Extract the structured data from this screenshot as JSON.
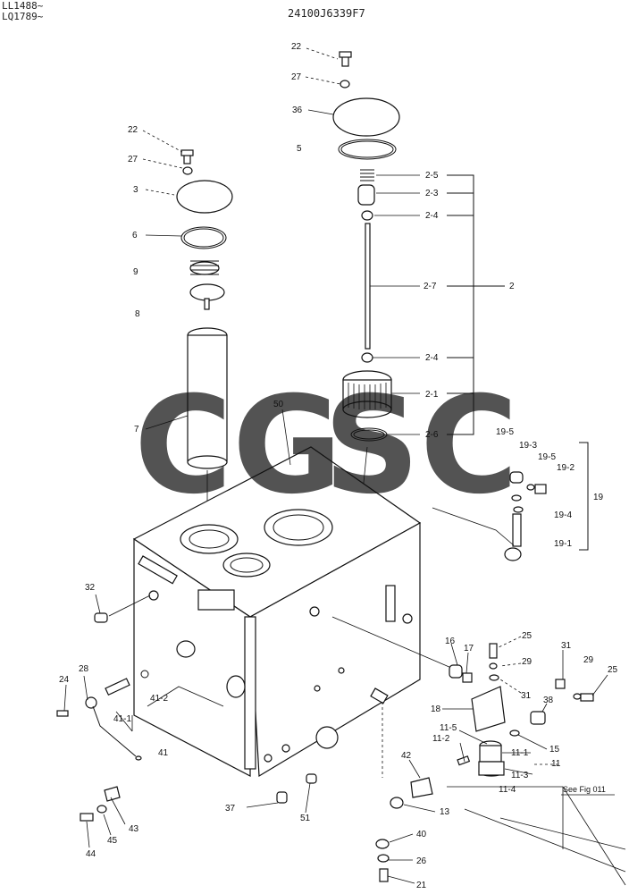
{
  "header": {
    "serial_range_1": "LL1488~",
    "serial_range_2": "LQ1789~",
    "drawing_number": "24100J6339F7"
  },
  "note": "See Fig 011",
  "watermark": {
    "letters": [
      "C",
      "G",
      "S",
      "C"
    ],
    "colors": [
      "#4f8ff0",
      "#f0827a",
      "#f5d04a",
      "#4fb384"
    ]
  },
  "callouts": [
    {
      "id": "c22a",
      "text": "22"
    },
    {
      "id": "c27a",
      "text": "27"
    },
    {
      "id": "c36",
      "text": "36"
    },
    {
      "id": "c5",
      "text": "5"
    },
    {
      "id": "c2_5",
      "text": "2-5"
    },
    {
      "id": "c2_3",
      "text": "2-3"
    },
    {
      "id": "c2_4a",
      "text": "2-4"
    },
    {
      "id": "c2_7",
      "text": "2-7"
    },
    {
      "id": "c2",
      "text": "2"
    },
    {
      "id": "c2_4b",
      "text": "2-4"
    },
    {
      "id": "c2_1",
      "text": "2-1"
    },
    {
      "id": "c2_6",
      "text": "2-6"
    },
    {
      "id": "c22b",
      "text": "22"
    },
    {
      "id": "c27b",
      "text": "27"
    },
    {
      "id": "c3",
      "text": "3"
    },
    {
      "id": "c6",
      "text": "6"
    },
    {
      "id": "c9",
      "text": "9"
    },
    {
      "id": "c8",
      "text": "8"
    },
    {
      "id": "c7",
      "text": "7"
    },
    {
      "id": "c50",
      "text": "50"
    },
    {
      "id": "c19_5a",
      "text": "19-5"
    },
    {
      "id": "c19_3",
      "text": "19-3"
    },
    {
      "id": "c19_5b",
      "text": "19-5"
    },
    {
      "id": "c19_2",
      "text": "19-2"
    },
    {
      "id": "c19",
      "text": "19"
    },
    {
      "id": "c19_4",
      "text": "19-4"
    },
    {
      "id": "c19_1",
      "text": "19-1"
    },
    {
      "id": "c32",
      "text": "32"
    },
    {
      "id": "c24",
      "text": "24"
    },
    {
      "id": "c28",
      "text": "28"
    },
    {
      "id": "c41_2",
      "text": "41-2"
    },
    {
      "id": "c41_1",
      "text": "41-1"
    },
    {
      "id": "c41",
      "text": "41"
    },
    {
      "id": "c16",
      "text": "16"
    },
    {
      "id": "c17",
      "text": "17"
    },
    {
      "id": "c25a",
      "text": "25"
    },
    {
      "id": "c29a",
      "text": "29"
    },
    {
      "id": "c31a",
      "text": "31"
    },
    {
      "id": "c29b",
      "text": "29"
    },
    {
      "id": "c25b",
      "text": "25"
    },
    {
      "id": "c31b",
      "text": "31"
    },
    {
      "id": "c38",
      "text": "38"
    },
    {
      "id": "c18",
      "text": "18"
    },
    {
      "id": "c15",
      "text": "15"
    },
    {
      "id": "c11_5",
      "text": "11-5"
    },
    {
      "id": "c11_2",
      "text": "11-2"
    },
    {
      "id": "c11_1",
      "text": "11-1"
    },
    {
      "id": "c11",
      "text": "11"
    },
    {
      "id": "c11_3",
      "text": "11-3"
    },
    {
      "id": "c11_4",
      "text": "11-4"
    },
    {
      "id": "c42",
      "text": "42"
    },
    {
      "id": "c13",
      "text": "13"
    },
    {
      "id": "c40",
      "text": "40"
    },
    {
      "id": "c26",
      "text": "26"
    },
    {
      "id": "c21",
      "text": "21"
    },
    {
      "id": "c37",
      "text": "37"
    },
    {
      "id": "c51",
      "text": "51"
    },
    {
      "id": "c43",
      "text": "43"
    },
    {
      "id": "c45",
      "text": "45"
    },
    {
      "id": "c44",
      "text": "44"
    }
  ]
}
